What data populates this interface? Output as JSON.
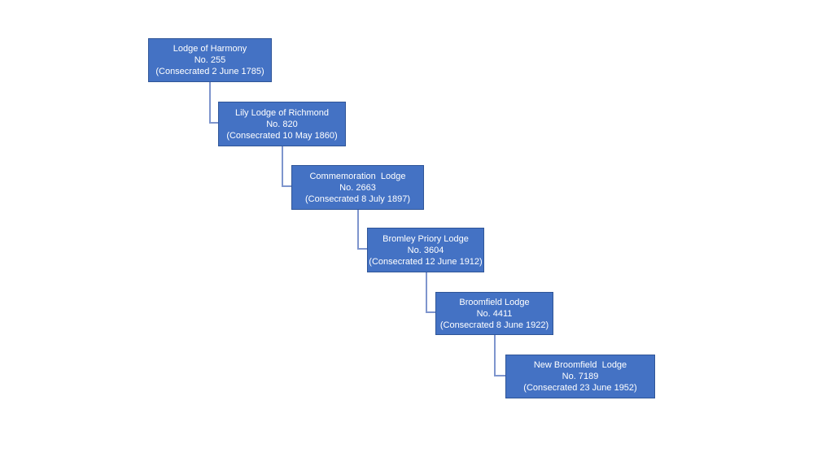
{
  "diagram": {
    "description": "Lodge lineage flow diagram, six blue boxes connected by elbow connectors in a descending staircase",
    "colors": {
      "node_fill": "#4472c4",
      "node_border": "#2f5597",
      "connector": "#7e95cd",
      "node_text": "#ffffff",
      "background": "#ffffff"
    },
    "nodes": [
      {
        "title": "Lodge of Harmony",
        "number": "No. 255",
        "consecrated": "(Consecrated 2 June 1785)"
      },
      {
        "title": "Lily Lodge of Richmond",
        "number": "No. 820",
        "consecrated": "(Consecrated 10 May 1860)"
      },
      {
        "title": "Commemoration  Lodge",
        "number": "No. 2663",
        "consecrated": "(Consecrated 8 July 1897)"
      },
      {
        "title": "Bromley Priory Lodge",
        "number": "No. 3604",
        "consecrated": "(Consecrated 12 June 1912)"
      },
      {
        "title": "Broomfield Lodge",
        "number": "No. 4411",
        "consecrated": "(Consecrated 8 June 1922)"
      },
      {
        "title": "New Broomfield  Lodge",
        "number": "No. 7189",
        "consecrated": "(Consecrated 23 June 1952)"
      }
    ]
  }
}
